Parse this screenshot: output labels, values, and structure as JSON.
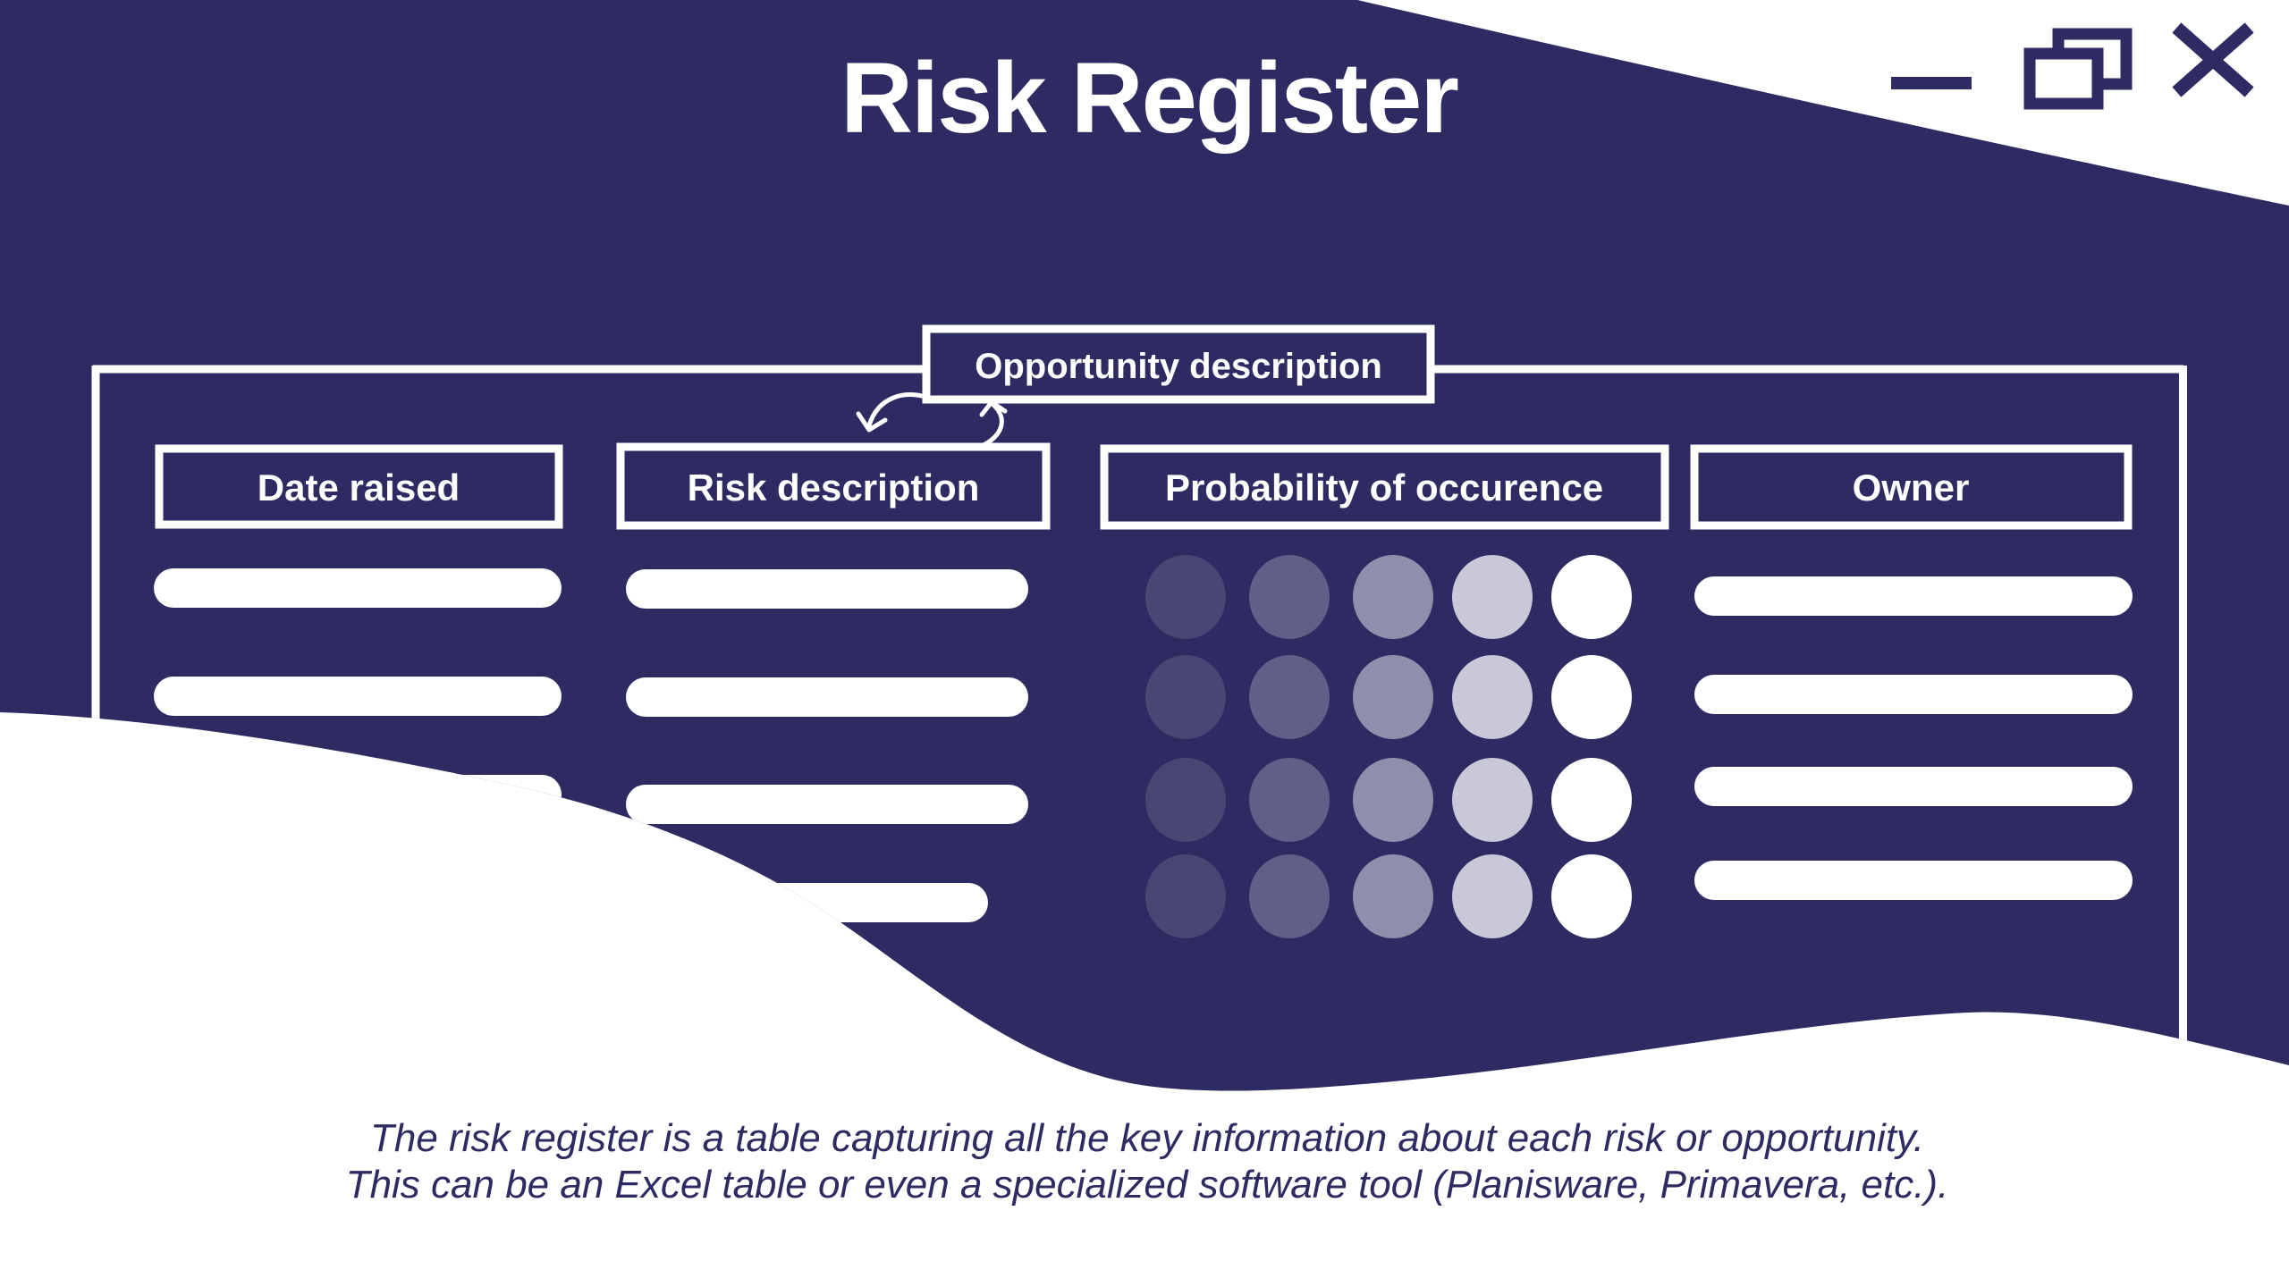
{
  "title": "Risk Register",
  "window_controls": {
    "minimize": "minimize",
    "restore": "restore",
    "close": "close"
  },
  "diagram": {
    "overlay_label": "Opportunity description",
    "columns": [
      {
        "label": "Date raised"
      },
      {
        "label": "Risk description"
      },
      {
        "label": "Probability of occurence"
      },
      {
        "label": "Owner"
      }
    ],
    "placeholder_rows": 4,
    "probability_scale": {
      "levels": 5,
      "colors": [
        "#4a4674",
        "#615e88",
        "#908ead",
        "#c9c8d9",
        "#ffffff"
      ]
    }
  },
  "caption": {
    "line1": "The risk register is a table capturing all the key information about each risk or opportunity.",
    "line2": "This can be an Excel table or even a specialized software tool (Planisware, Primavera, etc.)."
  },
  "colors": {
    "navy": "#2e2b62",
    "white": "#ffffff"
  }
}
